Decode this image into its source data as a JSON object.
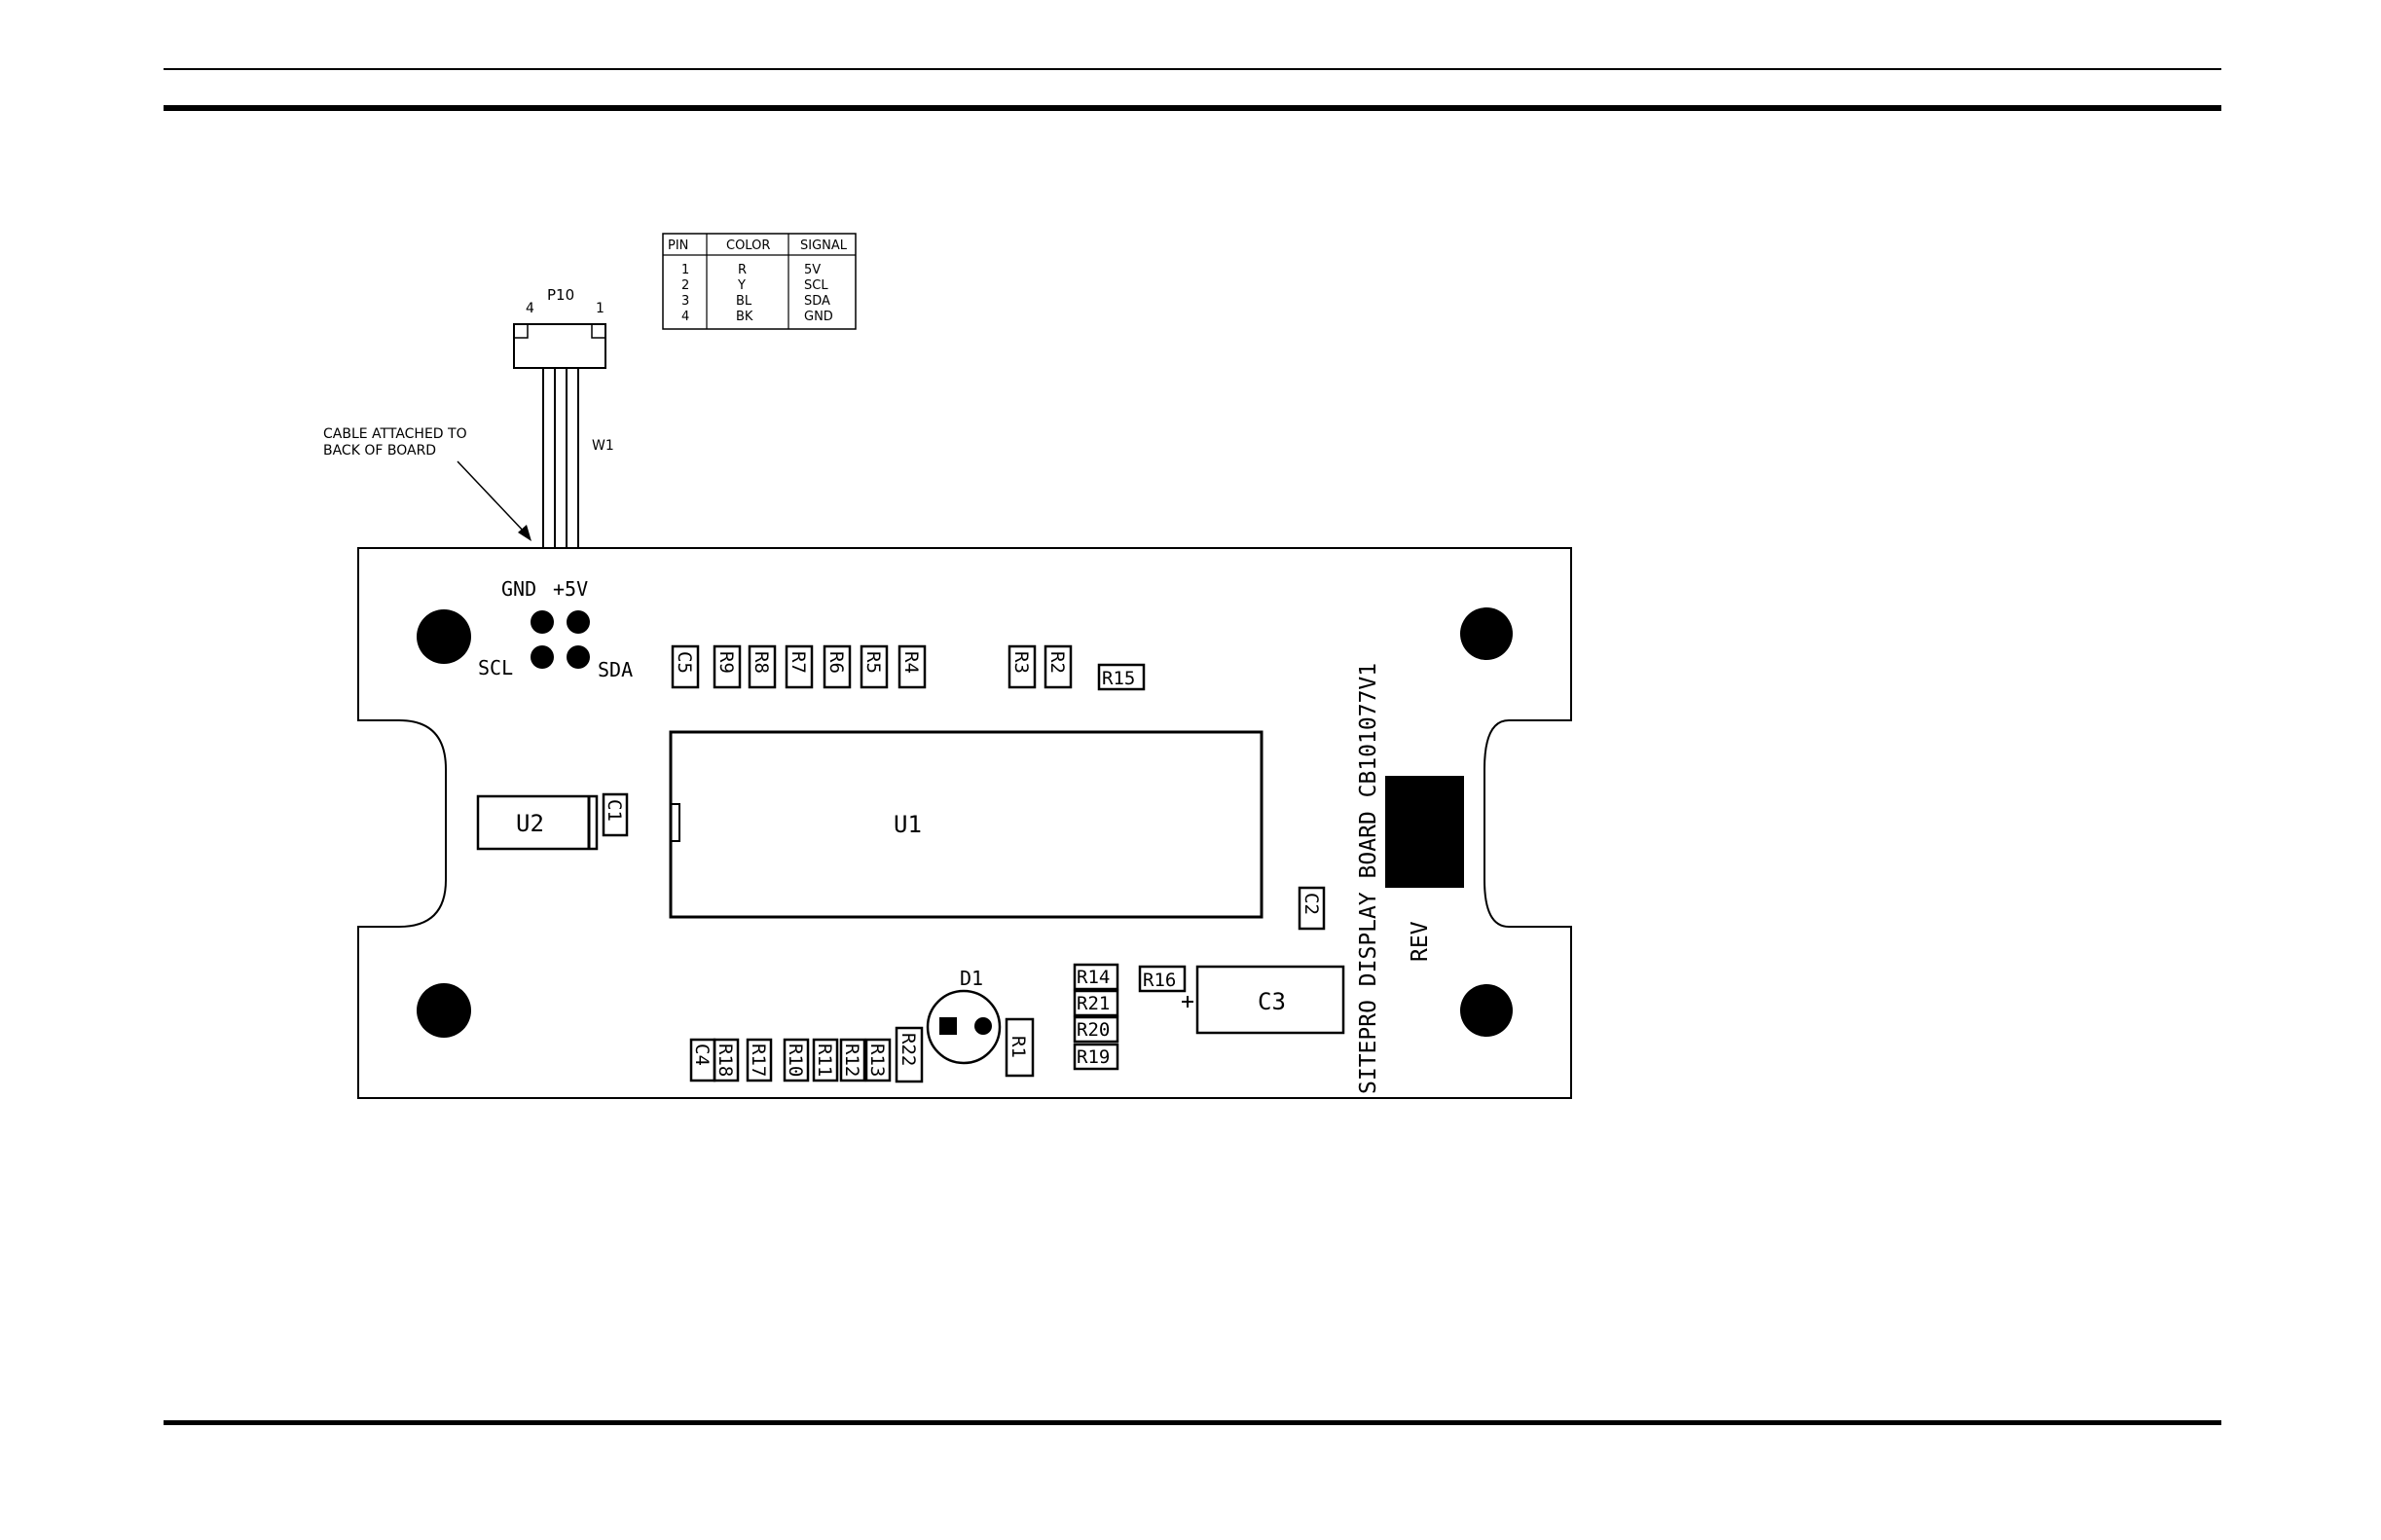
{
  "pin_table": {
    "headers": [
      "PIN",
      "COLOR",
      "SIGNAL"
    ],
    "rows": [
      [
        "1",
        "R",
        "5V"
      ],
      [
        "2",
        "Y",
        "SCL"
      ],
      [
        "3",
        "BL",
        "SDA"
      ],
      [
        "4",
        "BK",
        "GND"
      ]
    ]
  },
  "connector": {
    "name": "P10",
    "pin_left": "4",
    "pin_right": "1",
    "wire": "W1"
  },
  "cable_note": [
    "CABLE ATTACHED TO",
    "BACK OF BOARD"
  ],
  "header_pins": {
    "gnd": "GND",
    "plus5v": "+5V",
    "scl": "SCL",
    "sda": "SDA"
  },
  "components": {
    "c5": "C5",
    "r9": "R9",
    "r8": "R8",
    "r7": "R7",
    "r6": "R6",
    "r5": "R5",
    "r4": "R4",
    "r3": "R3",
    "r2": "R2",
    "r15": "R15",
    "u2": "U2",
    "c1": "C1",
    "u1": "U1",
    "c2": "C2",
    "d1": "D1",
    "r14": "R14",
    "r16": "R16",
    "r21": "R21",
    "r20": "R20",
    "r19": "R19",
    "c3": "C3",
    "c4": "C4",
    "r18": "R18",
    "r17": "R17",
    "r10": "R10",
    "r11": "R11",
    "r12": "R12",
    "r13": "R13",
    "r22": "R22",
    "r1": "R1"
  },
  "board_label": "SITEPRO DISPLAY BOARD CB101077V1",
  "rev_label": "REV"
}
